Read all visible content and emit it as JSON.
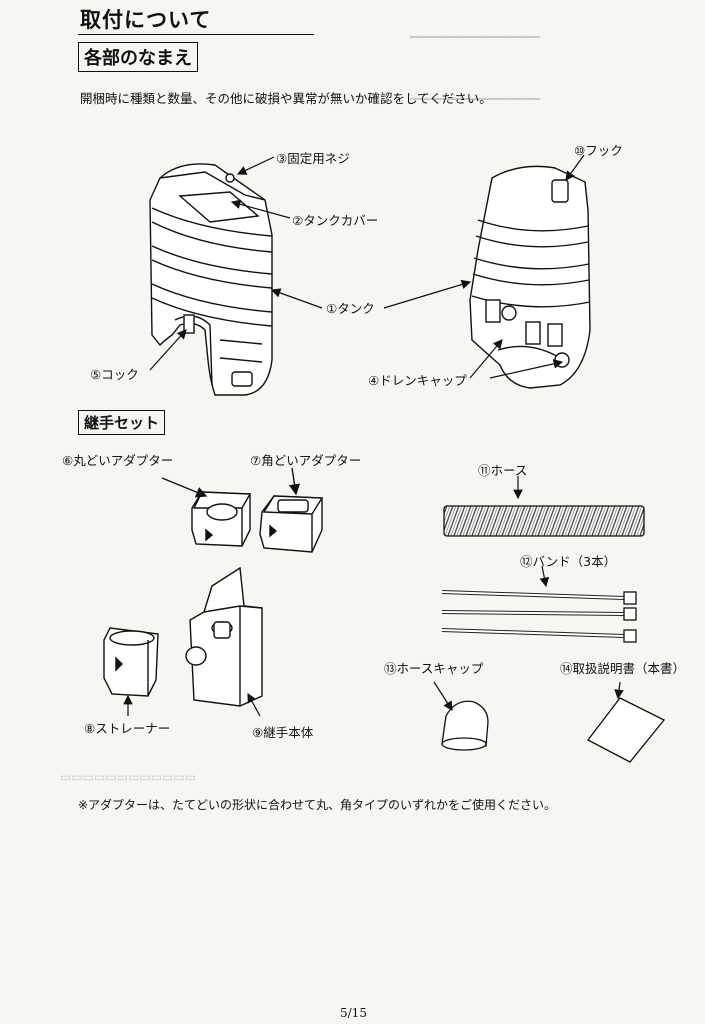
{
  "page": {
    "title": "取付について",
    "heading_parts": "各部のなまえ",
    "intro": "開梱時に種類と数量、その他に破損や異常が無いか確認をしてください。",
    "heading_joint": "継手セット",
    "note": "※アダプターは、たてどいの形状に合わせて丸、角タイプのいずれかをご使用ください。",
    "page_number": "5/15"
  },
  "labels": {
    "fixing_screw": "③固定用ネジ",
    "tank_cover": "②タンクカバー",
    "tank": "①タンク",
    "cock": "⑤コック",
    "hook": "⑩フック",
    "drain_cap": "④ドレンキャップ",
    "round_adapter": "⑥丸どいアダプター",
    "square_adapter": "⑦角どいアダプター",
    "hose": "⑪ホース",
    "band": "⑫バンド（3本）",
    "hose_cap": "⑬ホースキャップ",
    "manual": "⑭取扱説明書（本書）",
    "strainer": "⑧ストレーナー",
    "joint_body": "⑨継手本体"
  }
}
